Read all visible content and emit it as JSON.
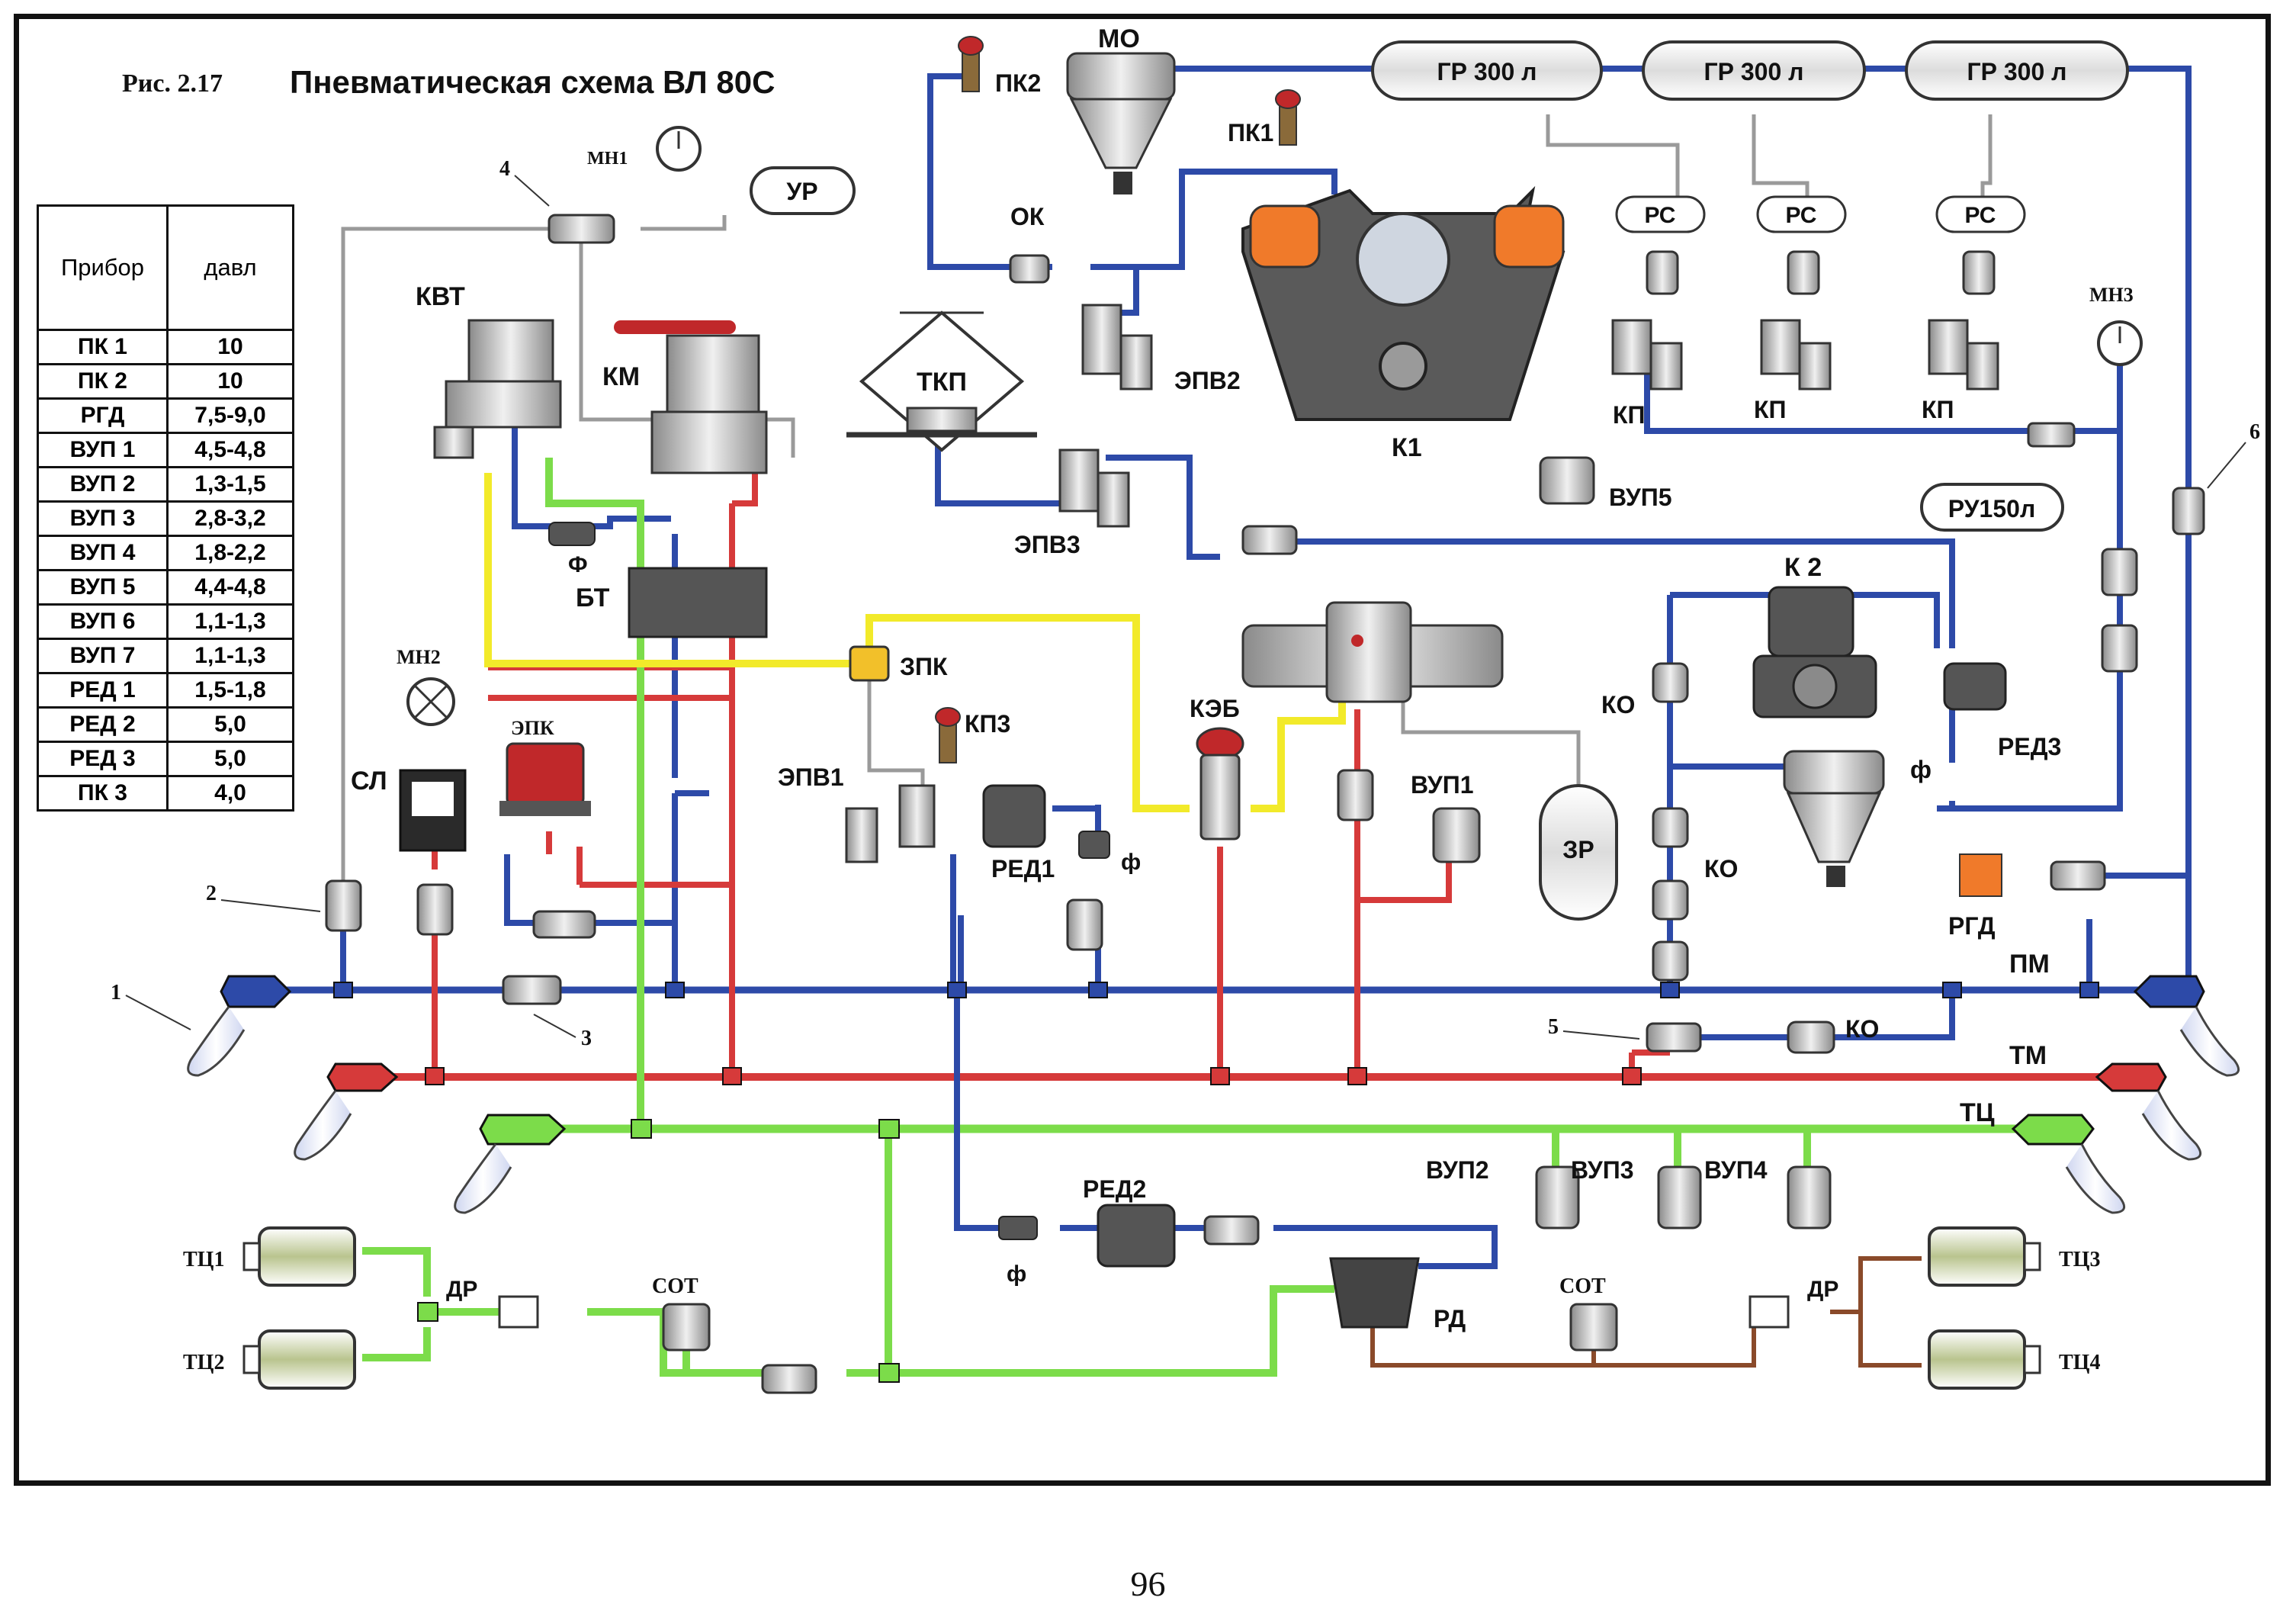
{
  "figure": {
    "caption_num": "Рис. 2.17",
    "caption_title": "Пневматическая схема ВЛ 80С",
    "page_number": "96"
  },
  "table": {
    "col1": "Прибор",
    "col2": "давл",
    "rows": [
      {
        "device": "ПК 1",
        "pressure": "10"
      },
      {
        "device": "ПК 2",
        "pressure": "10"
      },
      {
        "device": "РГД",
        "pressure": "7,5-9,0"
      },
      {
        "device": "ВУП 1",
        "pressure": "4,5-4,8"
      },
      {
        "device": "ВУП 2",
        "pressure": "1,3-1,5"
      },
      {
        "device": "ВУП 3",
        "pressure": "2,8-3,2"
      },
      {
        "device": "ВУП 4",
        "pressure": "1,8-2,2"
      },
      {
        "device": "ВУП 5",
        "pressure": "4,4-4,8"
      },
      {
        "device": "ВУП 6",
        "pressure": "1,1-1,3"
      },
      {
        "device": "ВУП 7",
        "pressure": "1,1-1,3"
      },
      {
        "device": "РЕД 1",
        "pressure": "1,5-1,8"
      },
      {
        "device": "РЕД 2",
        "pressure": "5,0"
      },
      {
        "device": "РЕД 3",
        "pressure": "5,0"
      },
      {
        "device": "ПК 3",
        "pressure": "4,0"
      }
    ]
  },
  "labels": {
    "mo": "МО",
    "pk2": "ПК2",
    "pk1": "ПК1",
    "ok": "ОК",
    "epv2": "ЭПВ2",
    "tkp": "ТКП",
    "k1": "К1",
    "gr": "ГР 300 л",
    "rs": "РС",
    "kp": "КП",
    "mn3": "МН3",
    "ru": "РУ150л",
    "vup5": "ВУП5",
    "epv3": "ЭПВ3",
    "k2": "К 2",
    "ko": "КО",
    "red3": "РЕД3",
    "f": "ф",
    "rgd": "РГД",
    "pm": "ПМ",
    "tm": "ТМ",
    "tc": "ТЦ",
    "mn1": "МН1",
    "ur": "УР",
    "kvt": "КВТ",
    "km": "КМ",
    "bt": "БТ",
    "f_big": "Ф",
    "mn2": "МН2",
    "epk": "ЭПК",
    "sl": "СЛ",
    "zpk": "ЗПК",
    "kp3": "КП3",
    "epv1": "ЭПВ1",
    "red1": "РЕД1",
    "keb": "КЭБ",
    "vup1": "ВУП1",
    "zr": "ЗР",
    "vup2": "ВУП2",
    "vup3": "ВУП3",
    "vup4": "ВУП4",
    "red2": "РЕД2",
    "rd": "РД",
    "sot": "СОТ",
    "dr": "ДР",
    "tc1": "ТЦ1",
    "tc2": "ТЦ2",
    "tc3": "ТЦ3",
    "tc4": "ТЦ4",
    "n1": "1",
    "n2": "2",
    "n3": "3",
    "n4": "4",
    "n5": "5",
    "n6": "6"
  },
  "colors": {
    "pm_blue": "#2d4aa8",
    "tm_red": "#d63a3a",
    "tc_green": "#7cdc4a",
    "yellow": "#f2ea2a",
    "grey": "#9a9a9a",
    "brown": "#8a4a2a",
    "orange": "#f07a2a"
  }
}
